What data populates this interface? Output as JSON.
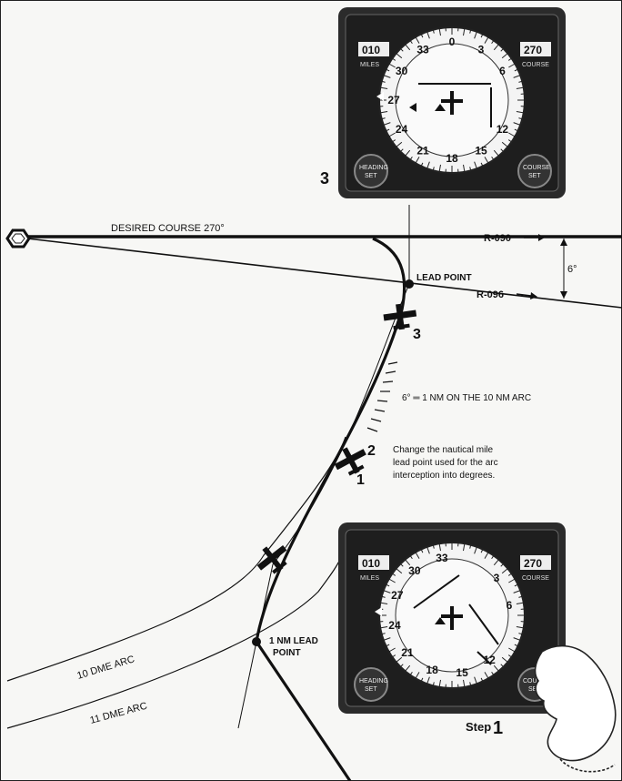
{
  "desired_course_label": "DESIRED COURSE 270°",
  "radial_090": "R-090",
  "radial_096": "R-096",
  "angle_label": "6°",
  "lead_point_label": "LEAD POINT",
  "arc_scale_label": "6° ═ 1 NM ON THE 10 NM ARC",
  "note": [
    "Change the nautical mile",
    "lead point used for the arc",
    "interception into degrees."
  ],
  "nm_lead_point": [
    "1 NM LEAD",
    "POINT"
  ],
  "arc_10_label": "10 DME ARC",
  "arc_11_label": "11 DME ARC",
  "step_label": "Step",
  "step_number": "1",
  "marker_3_top": "3",
  "aircraft_marks": [
    "3",
    "2",
    "1"
  ],
  "hsi_top": {
    "miles_value": "010",
    "miles_label": "MILES",
    "course_value": "270",
    "course_label": "COURSE",
    "heading_knob": [
      "HEADING",
      "SET"
    ],
    "course_knob": [
      "COURSE",
      "SET"
    ],
    "dial": [
      "0",
      "3",
      "6",
      "12",
      "15",
      "18",
      "21",
      "24",
      "27",
      "30",
      "33"
    ]
  },
  "hsi_bottom": {
    "miles_value": "010",
    "miles_label": "MILES",
    "course_value": "270",
    "course_label": "COURSE",
    "heading_knob": [
      "HEADING",
      "SET"
    ],
    "course_knob": [
      "COURSE",
      "SET"
    ],
    "dial": [
      "33",
      "3",
      "6",
      "12",
      "15",
      "18",
      "21",
      "24",
      "27",
      "30"
    ]
  }
}
